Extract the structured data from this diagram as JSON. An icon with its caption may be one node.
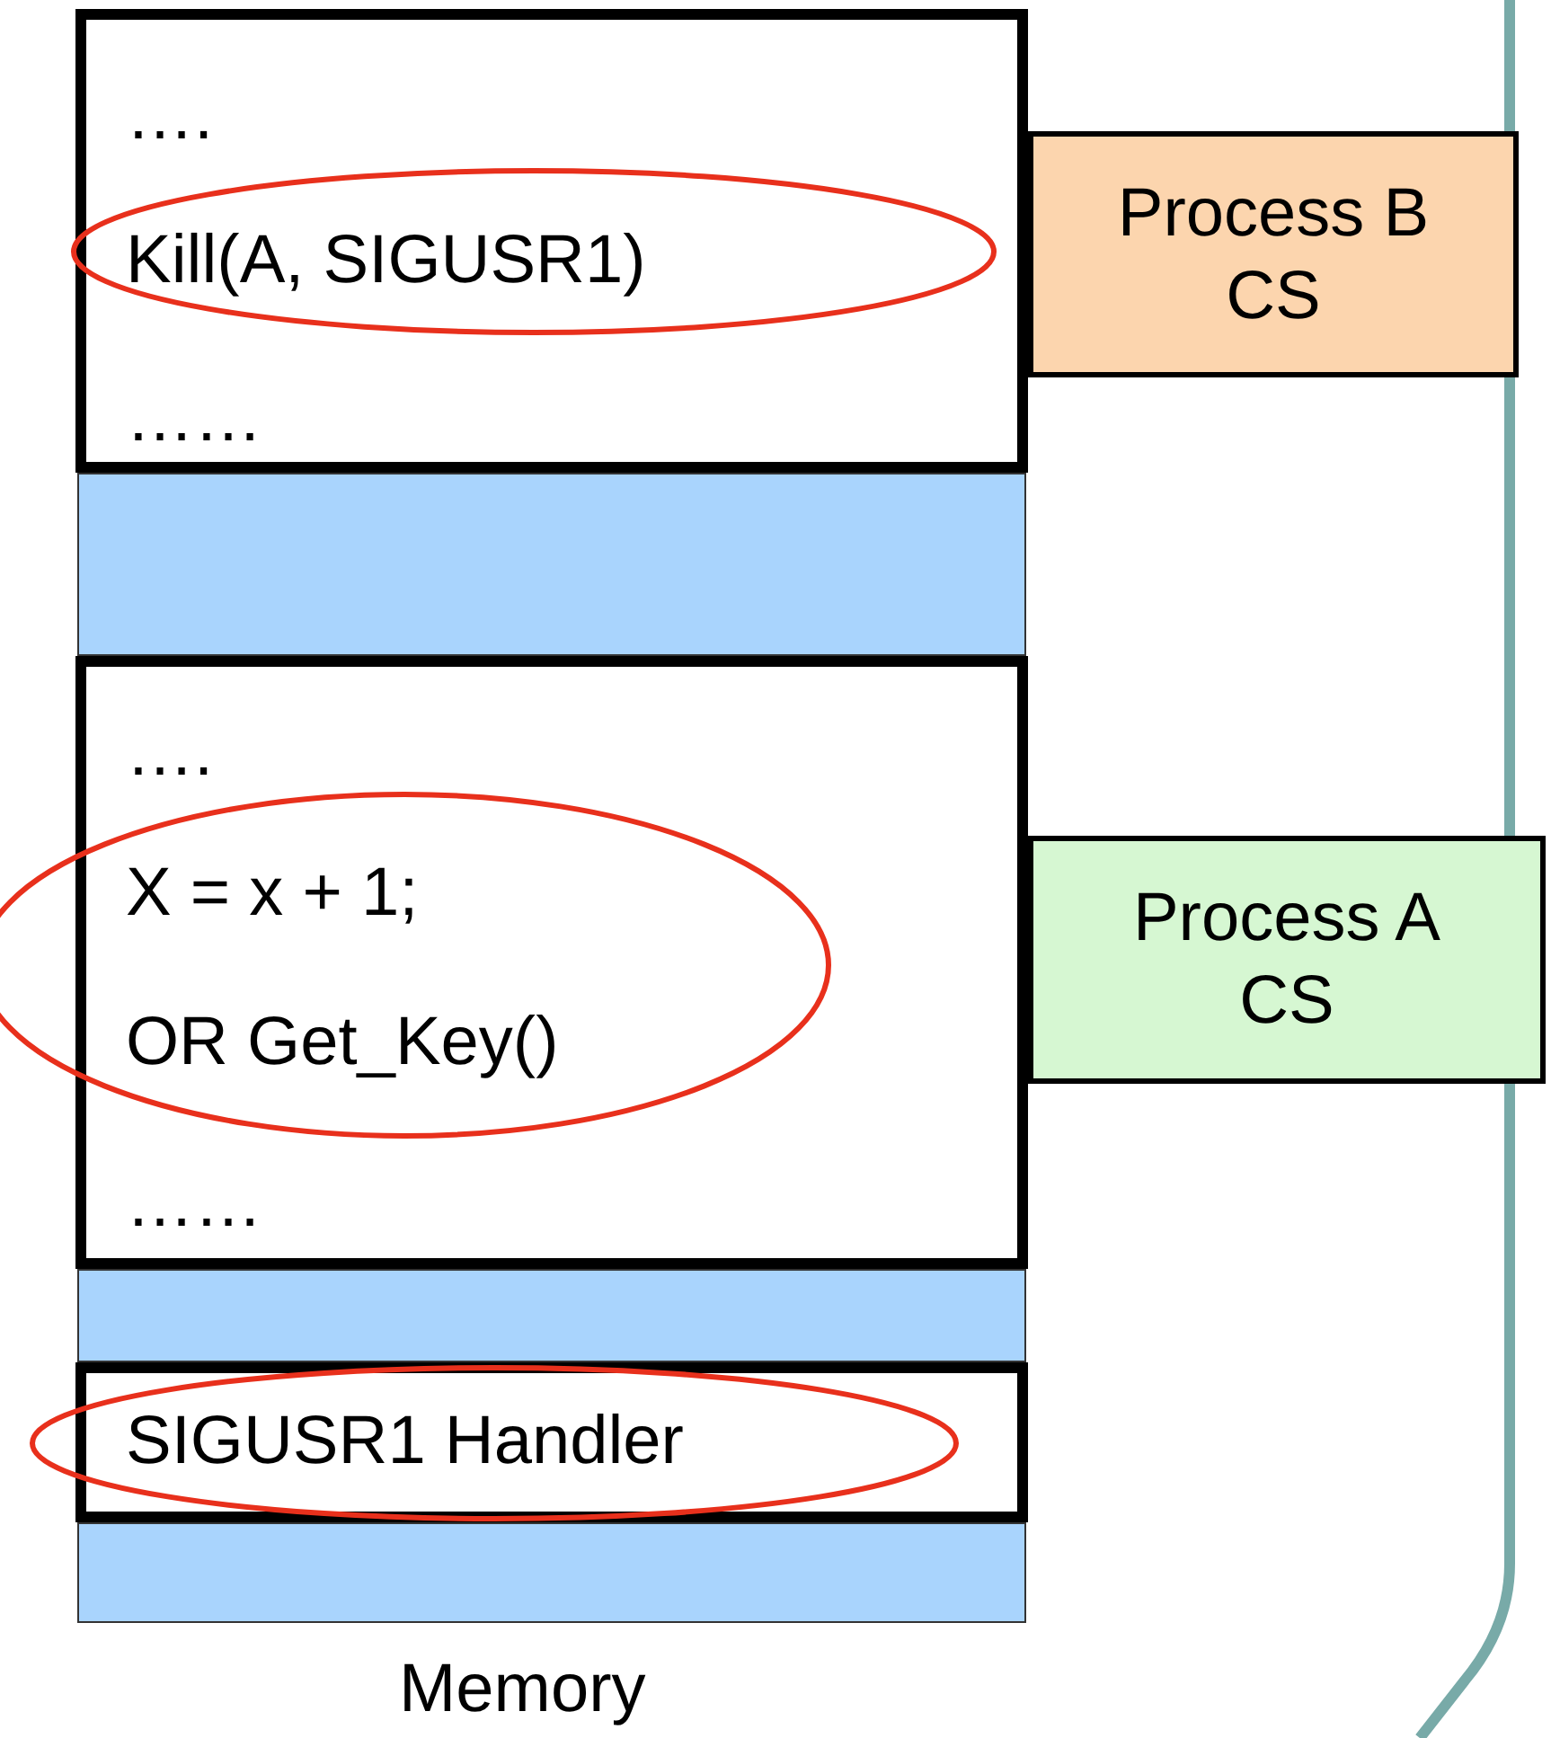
{
  "diagram": {
    "nodes": [
      {
        "text": [
          "….",
          "Kill(A, SIGUSR1)",
          "……"
        ]
      },
      {
        "text": [
          "Process B CS"
        ]
      },
      {
        "text": [],
        "shape": "bar"
      },
      {
        "text": [
          "….",
          "X = x + 1;",
          "OR Get_Key()",
          "……"
        ]
      },
      {
        "text": [
          "Process A CS"
        ]
      },
      {
        "text": [],
        "shape": "bar"
      },
      {
        "text": [
          "SIGUSR1 Handler"
        ]
      },
      {
        "text": [],
        "shape": "bar"
      }
    ],
    "labels": [
      "Memory"
    ]
  }
}
